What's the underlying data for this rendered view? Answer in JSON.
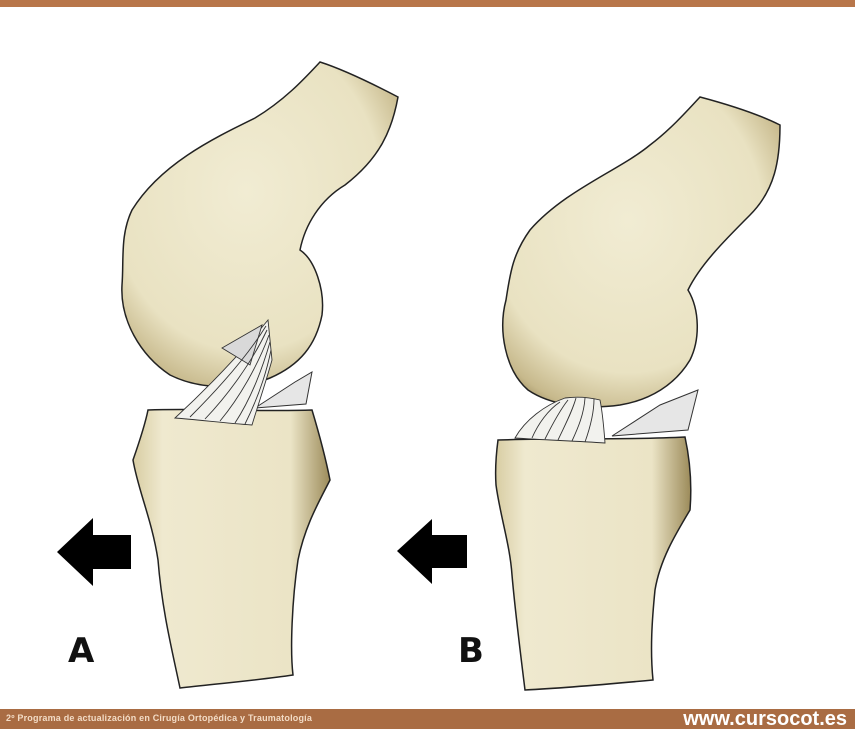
{
  "panels": [
    {
      "label": "A"
    },
    {
      "label": "B"
    }
  ],
  "footer": {
    "left_text": "2º Programa de actualización en Cirugía Ortopédica y Traumatología",
    "right_text": "www.cursocot.es"
  },
  "colors": {
    "bone": "#efe9cf",
    "bone_shadow": "#8f7f52",
    "outline": "#222222",
    "ligament": "#f2f2ee",
    "meniscus": "#e6e6e6",
    "arrow": "#000000",
    "bar": "#a96c43"
  },
  "icons": [
    "arrow-left-icon",
    "arrow-left-icon"
  ]
}
